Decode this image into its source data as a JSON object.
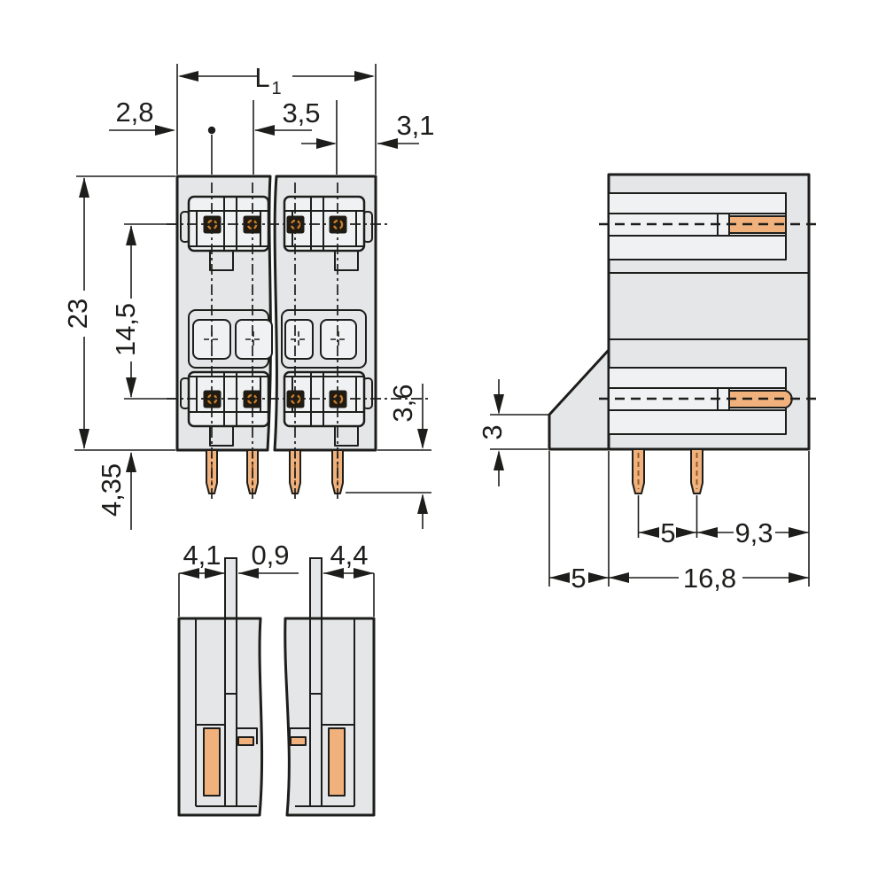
{
  "drawing": {
    "front_view": {
      "l1_main": "L",
      "l1_sub": "1",
      "left_offset": "2,8",
      "pitch": "3,5",
      "right_offset": "3,1",
      "height": "23",
      "row_spacing": "14,5",
      "pin_length": "4,35",
      "tip_clearance": "3,6"
    },
    "side_view": {
      "flange_height": "3",
      "pin_spacing": "5",
      "pin_to_edge": "9,3",
      "flange_depth": "5",
      "total_depth": "16,8"
    },
    "bottom_view": {
      "left_width": "4,1",
      "tab_width": "0,9",
      "right_width": "4,4"
    },
    "colors": {
      "line": "#1d1d1b",
      "body_fill": "#e4e6e8",
      "recess_fill": "#f0f1f3",
      "pin_fill": "#f1b17c",
      "contact_dark": "#211a10",
      "contact_accent": "#c87f2b",
      "pin_dash": "#8d5a28",
      "background": "#ffffff"
    }
  }
}
